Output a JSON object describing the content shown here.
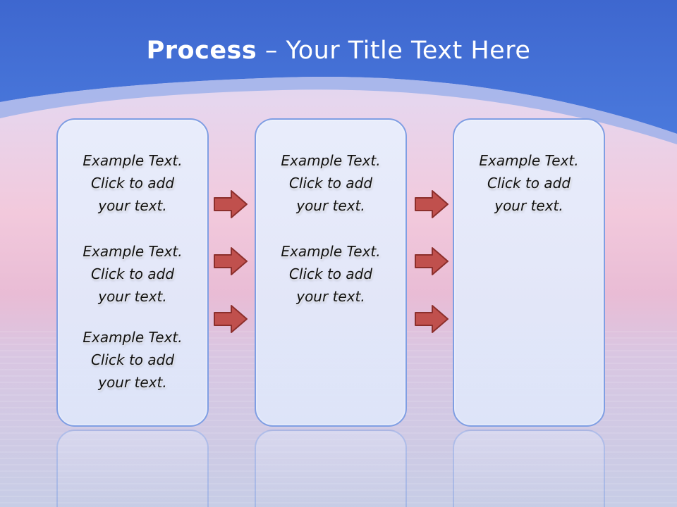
{
  "title": {
    "strong": "Process",
    "rest": " – Your Title Text Here"
  },
  "colors": {
    "header_blue": "#4472d8",
    "panel_border": "#7f9ee3",
    "arrow_fill": "#c0504d",
    "arrow_border": "#8c2f2c"
  },
  "panels": [
    {
      "blocks": [
        {
          "line1": "Example Text.",
          "line2": "Click  to add",
          "line3": "your text."
        },
        {
          "line1": "Example Text.",
          "line2": "Click  to add",
          "line3": "your text."
        },
        {
          "line1": "Example Text.",
          "line2": "Click  to add",
          "line3": "your text."
        }
      ]
    },
    {
      "blocks": [
        {
          "line1": "Example Text.",
          "line2": "Click  to add",
          "line3": "your text."
        },
        {
          "line1": "Example Text.",
          "line2": "Click  to add",
          "line3": "your text."
        }
      ]
    },
    {
      "blocks": [
        {
          "line1": "Example Text.",
          "line2": "Click  to add",
          "line3": "your text."
        }
      ]
    }
  ],
  "arrows": [
    {
      "icon": "right-arrow-icon"
    },
    {
      "icon": "right-arrow-icon"
    },
    {
      "icon": "right-arrow-icon"
    },
    {
      "icon": "right-arrow-icon"
    },
    {
      "icon": "right-arrow-icon"
    },
    {
      "icon": "right-arrow-icon"
    }
  ]
}
